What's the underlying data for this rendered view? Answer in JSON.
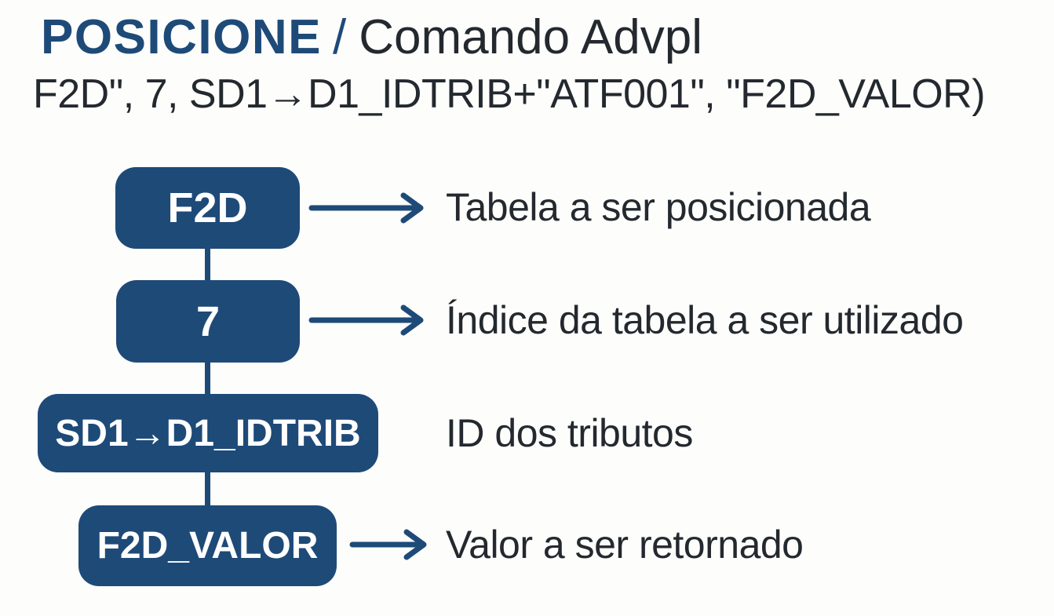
{
  "page": {
    "background_color": "#fdfdfc",
    "accent_navy": "#1e4a78",
    "text_dark": "#23292e",
    "node_text_color": "#ffffff"
  },
  "header": {
    "command_name": "POSICIONE",
    "separator": "/",
    "subtitle": "Comando Advpl",
    "code_line": "F2D\", 7, SD1→D1_IDTRIB+\"ATF001\", \"F2D_VALOR)"
  },
  "diagram": {
    "nodes": [
      {
        "label": "F2D",
        "description": "Tabela a ser posicionada",
        "has_arrow": true
      },
      {
        "label": "7",
        "description": "Índice da tabela a ser utilizado",
        "has_arrow": true
      },
      {
        "label": "SD1→D1_IDTRIB",
        "description": "ID dos tributos",
        "has_arrow": false
      },
      {
        "label": "F2D_VALOR",
        "description": "Valor a ser retornado",
        "has_arrow": true
      }
    ]
  }
}
